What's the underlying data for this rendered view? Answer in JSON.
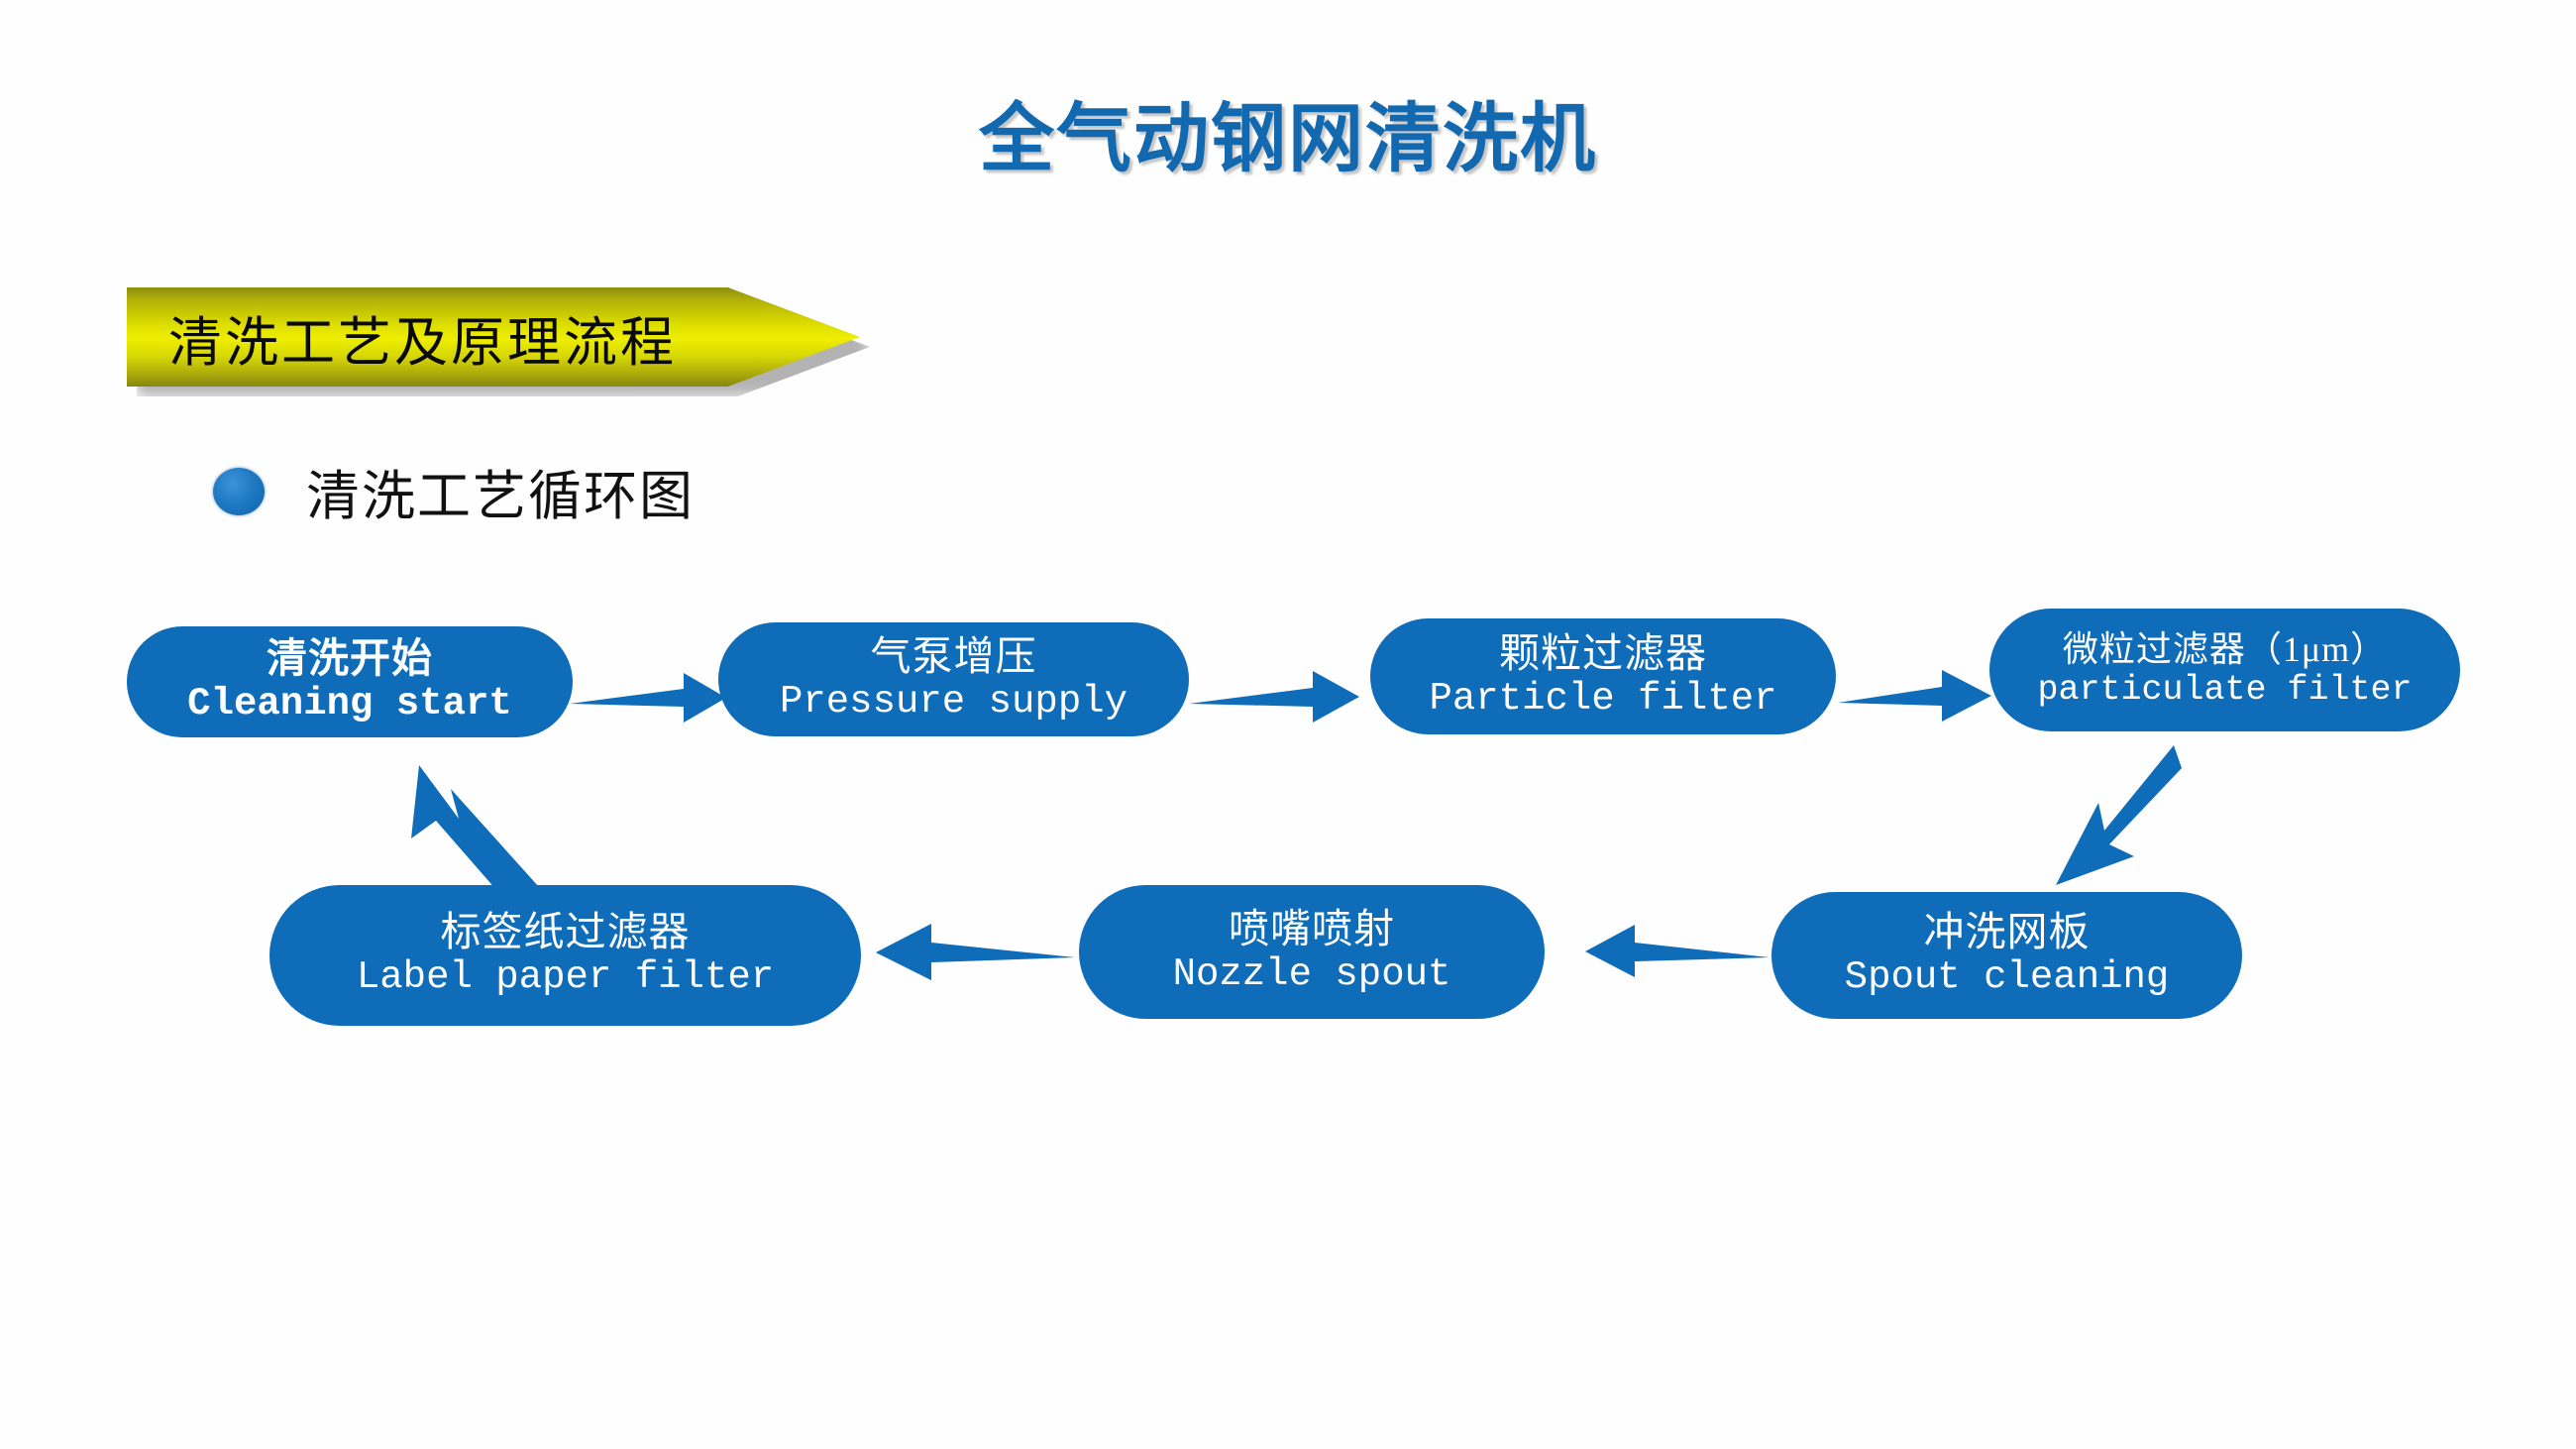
{
  "slide": {
    "title": "全气动钢网清洗机",
    "title_color": "#1269B0",
    "background": "#ffffff"
  },
  "section_banner": {
    "label": "清洗工艺及原理流程",
    "shape": "pentagon-arrow",
    "fill_start": "#8e8e10",
    "fill_mid": "#eeee00",
    "fill_end": "#868610",
    "text_color": "#0a0a0a"
  },
  "bullet": {
    "icon": "blue-circle-bullet",
    "label": "清洗工艺循环图",
    "dot_color": "#1e7ac4",
    "text_color": "#111111"
  },
  "flow": {
    "node_fill": "#0E6CB8",
    "node_text_color": "#ffffff",
    "arrow_color": "#0E6CB8",
    "nodes": [
      {
        "id": "cleaning-start",
        "cn": "清洗开始",
        "en": "Cleaning start",
        "emphasis": true
      },
      {
        "id": "pressure-supply",
        "cn": "气泵增压",
        "en": "Pressure supply",
        "emphasis": false
      },
      {
        "id": "particle-filter",
        "cn": "颗粒过滤器",
        "en": "Particle filter",
        "emphasis": false
      },
      {
        "id": "particulate-filter",
        "cn": "微粒过滤器（1μm）",
        "en": "particulate filter",
        "emphasis": false
      },
      {
        "id": "spout-cleaning",
        "cn": "冲洗网板",
        "en": "Spout cleaning",
        "emphasis": false
      },
      {
        "id": "nozzle-spout",
        "cn": "喷嘴喷射",
        "en": "Nozzle spout",
        "emphasis": false
      },
      {
        "id": "label-paper-filter",
        "cn": "标签纸过滤器",
        "en": "Label paper filter",
        "emphasis": false
      }
    ],
    "edges": [
      {
        "from": "cleaning-start",
        "to": "pressure-supply",
        "direction": "right"
      },
      {
        "from": "pressure-supply",
        "to": "particle-filter",
        "direction": "right"
      },
      {
        "from": "particle-filter",
        "to": "particulate-filter",
        "direction": "right"
      },
      {
        "from": "particulate-filter",
        "to": "spout-cleaning",
        "direction": "down-left"
      },
      {
        "from": "spout-cleaning",
        "to": "nozzle-spout",
        "direction": "left"
      },
      {
        "from": "nozzle-spout",
        "to": "label-paper-filter",
        "direction": "left"
      },
      {
        "from": "label-paper-filter",
        "to": "cleaning-start",
        "direction": "up-left"
      }
    ]
  }
}
